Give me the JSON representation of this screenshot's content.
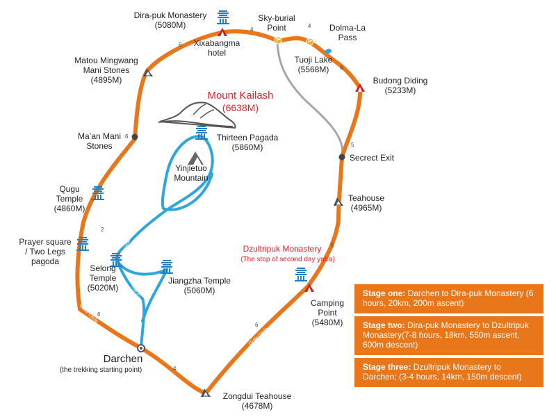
{
  "colors": {
    "outer_route": "#e8771c",
    "inner_route": "#2ea5dd",
    "shortcut": "#a6a6a6",
    "landmark_blue": "#1e7ec8",
    "highlight_red": "#e8202a"
  },
  "places": {
    "dira_puk": {
      "name": "Dira-puk Monastery",
      "elev": "(5080M)"
    },
    "xixabangma": {
      "line1": "Xixabangma",
      "line2": "hotel"
    },
    "sky_burial": {
      "line1": "Sky-burial",
      "line2": "Point"
    },
    "dolma_la": {
      "line1": "Dolma-La",
      "line2": "Pass"
    },
    "tuoji_lake": {
      "name": "Tuoji Lake",
      "elev": "(5568M)"
    },
    "budong_diding": {
      "name": "Budong Diding",
      "elev": "(5233M)"
    },
    "matou": {
      "line1": "Matou Mingwang",
      "line2": "Mani Stones",
      "elev": "(4895M)"
    },
    "kailash": {
      "name": "Mount Kailash",
      "elev": "(6638M)"
    },
    "thirteen_pagada": {
      "name": "Thirteen Pagada",
      "elev": "(5860M)"
    },
    "maan": {
      "line1": "Ma’an Mani",
      "line2": "Stones"
    },
    "secret_exit": {
      "name": "Secrect Exit"
    },
    "yinjietuo": {
      "line1": "Yinjietuo",
      "line2": "Mountain"
    },
    "qugu": {
      "line1": "Qugu",
      "line2": "Temple",
      "elev": "(4860M)"
    },
    "teahouse": {
      "name": "Teahouse",
      "elev": "(4965M)"
    },
    "prayer_square": {
      "line1": "Prayer square",
      "line2": "/ Two Legs",
      "line3": "pagoda"
    },
    "dzultripuk": {
      "name": "Dzultripuk Monastery",
      "note": "(The stop of second day yatra)"
    },
    "selong": {
      "line1": "Selong",
      "line2": "Temple",
      "elev": "(5020M)"
    },
    "jiangzha": {
      "name": "Jiangzha Temple",
      "elev": "(5060M)"
    },
    "camping": {
      "line1": "Camping",
      "line2": "Point",
      "elev": "(5480M)"
    },
    "darchen": {
      "name": "Darchen",
      "note": "(the trekking starting point)"
    },
    "zongdui": {
      "name": "Zongdui Teahouse",
      "elev": "(4678M)"
    }
  },
  "distances": {
    "d_dira_sky": "4",
    "d_sky_dolma": "4",
    "d_matou_dira": "6",
    "d_tuoji_budong": "6",
    "d_maan": "6",
    "d_budong_exit": "5",
    "d_qugu_prayer": "2",
    "d_teahouse_camp": "5",
    "d_prayer_darchen": "6",
    "d_camp_zongdui": "6",
    "d_darchen_zongdui": "4"
  },
  "path_labels": {
    "outer": "Outer Circle",
    "inner": "Inner Circle"
  },
  "stages": [
    {
      "title": "Stage one:",
      "text": " Darchen to Dira-puk Monastery (6 hours, 20km, 200m ascent)"
    },
    {
      "title": "Stage two:",
      "text": " Dira-puk Monastery to Dzultripuk Monastery(7-8 hours, 18km, 550m ascent, 600m descent)"
    },
    {
      "title": "Stage three:",
      "text": " Dzultripuk Monastery to Darchen; (3-4 hours, 14km, 150m descent)"
    }
  ]
}
